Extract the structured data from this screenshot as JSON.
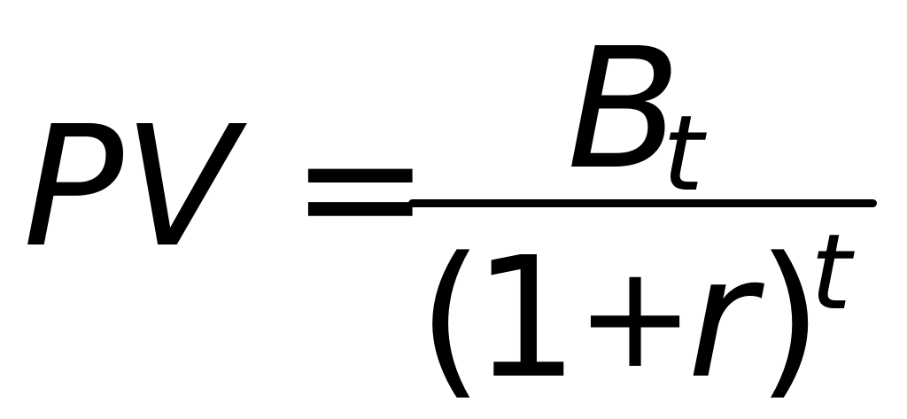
{
  "formula": {
    "lhs": "PV",
    "equals": "=",
    "numerator": {
      "base": "B",
      "subscript": "t"
    },
    "denominator": {
      "open_paren": "(",
      "one": "1",
      "plus": "+",
      "rate": "r",
      "close_paren": ")",
      "exponent": "t"
    }
  }
}
